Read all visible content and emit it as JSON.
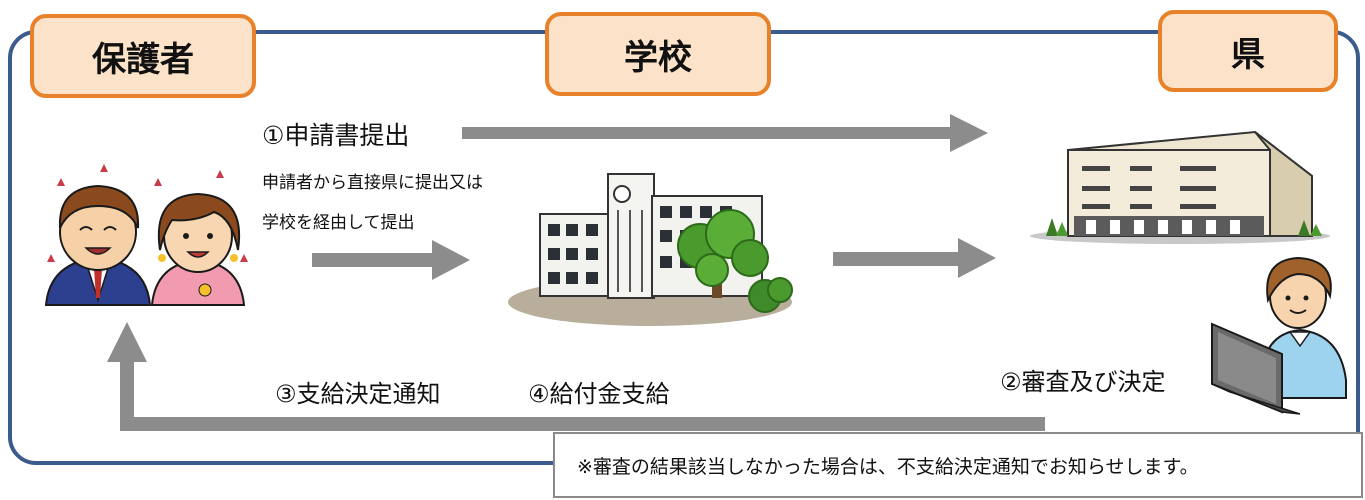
{
  "roles": {
    "guardian": "保護者",
    "school": "学校",
    "prefecture": "県"
  },
  "steps": {
    "step1": "①申請書提出",
    "step1_note_line1": "申請者から直接県に提出又は",
    "step1_note_line2": "学校を経由して提出",
    "step2": "②審査及び決定",
    "step3": "③支給決定通知",
    "step4": "④給付金支給"
  },
  "notice": "※審査の結果該当しなかった場合は、不支給決定通知でお知らせします。",
  "colors": {
    "frame": "#3b5b8c",
    "role_border": "#e8822a",
    "role_fill": "#fbe2c8",
    "arrow": "#8c8c8c"
  },
  "icons": {
    "guardian": "parents-illustration",
    "school": "school-building-illustration",
    "prefecture": "prefectural-office-illustration",
    "clerk": "clerk-at-computer-illustration"
  }
}
